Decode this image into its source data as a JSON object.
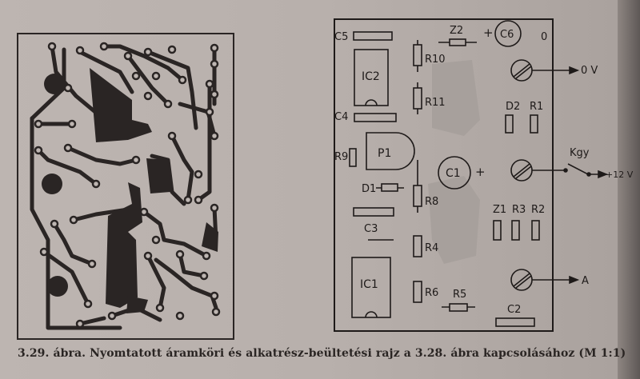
{
  "caption": "3.29. ábra. Nyomtatott áramköri és alkatrész-beültetési rajz a 3.28. ábra kapcsolásához (M 1:1)",
  "labels": {
    "c5": "C5",
    "z2": "Z2",
    "c6": "C6",
    "plus_c6": "+",
    "zero": "0",
    "r10": "R10",
    "ic2": "IC2",
    "out_0v": "0 V",
    "d2": "D2",
    "r1": "R1",
    "r11": "R11",
    "c4": "C4",
    "p1": "P1",
    "kgy": "Kgy",
    "r9": "R9",
    "c1": "C1",
    "plus_c1": "+",
    "plus_12v": "+12 V",
    "d1": "D1",
    "r8": "R8",
    "z1": "Z1",
    "r3": "R3",
    "r2": "R2",
    "c3": "C3",
    "r4": "R4",
    "ic1": "IC1",
    "out_a": "A",
    "r6": "R6",
    "r5": "R5",
    "c2": "C2"
  },
  "colors": {
    "ink": "#1e1a19",
    "paper": "#bdb5b1",
    "track": "#2a2524"
  }
}
